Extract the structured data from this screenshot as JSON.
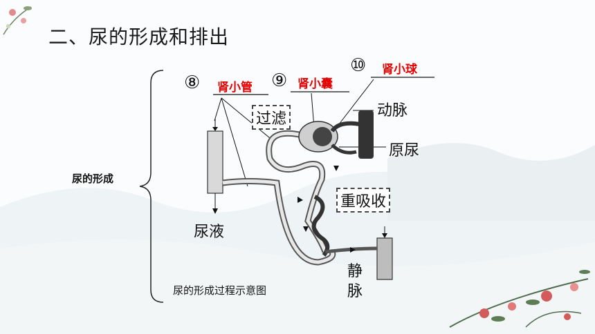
{
  "title": "二、尿的形成和排出",
  "left_label": "尿的形成",
  "caption": "尿的形成过程示意图",
  "blanks": [
    {
      "num": "⑧",
      "answer": "肾小管"
    },
    {
      "num": "⑨",
      "answer": "肾小囊"
    },
    {
      "num": "⑩",
      "answer": "肾小球"
    }
  ],
  "labels": {
    "filter": "过滤",
    "artery": "动脉",
    "raw_urine": "原尿",
    "reabsorb": "重吸收",
    "urine": "尿液",
    "vein_1": "静",
    "vein_2": "脉"
  },
  "colors": {
    "answer": "#e40000"
  }
}
